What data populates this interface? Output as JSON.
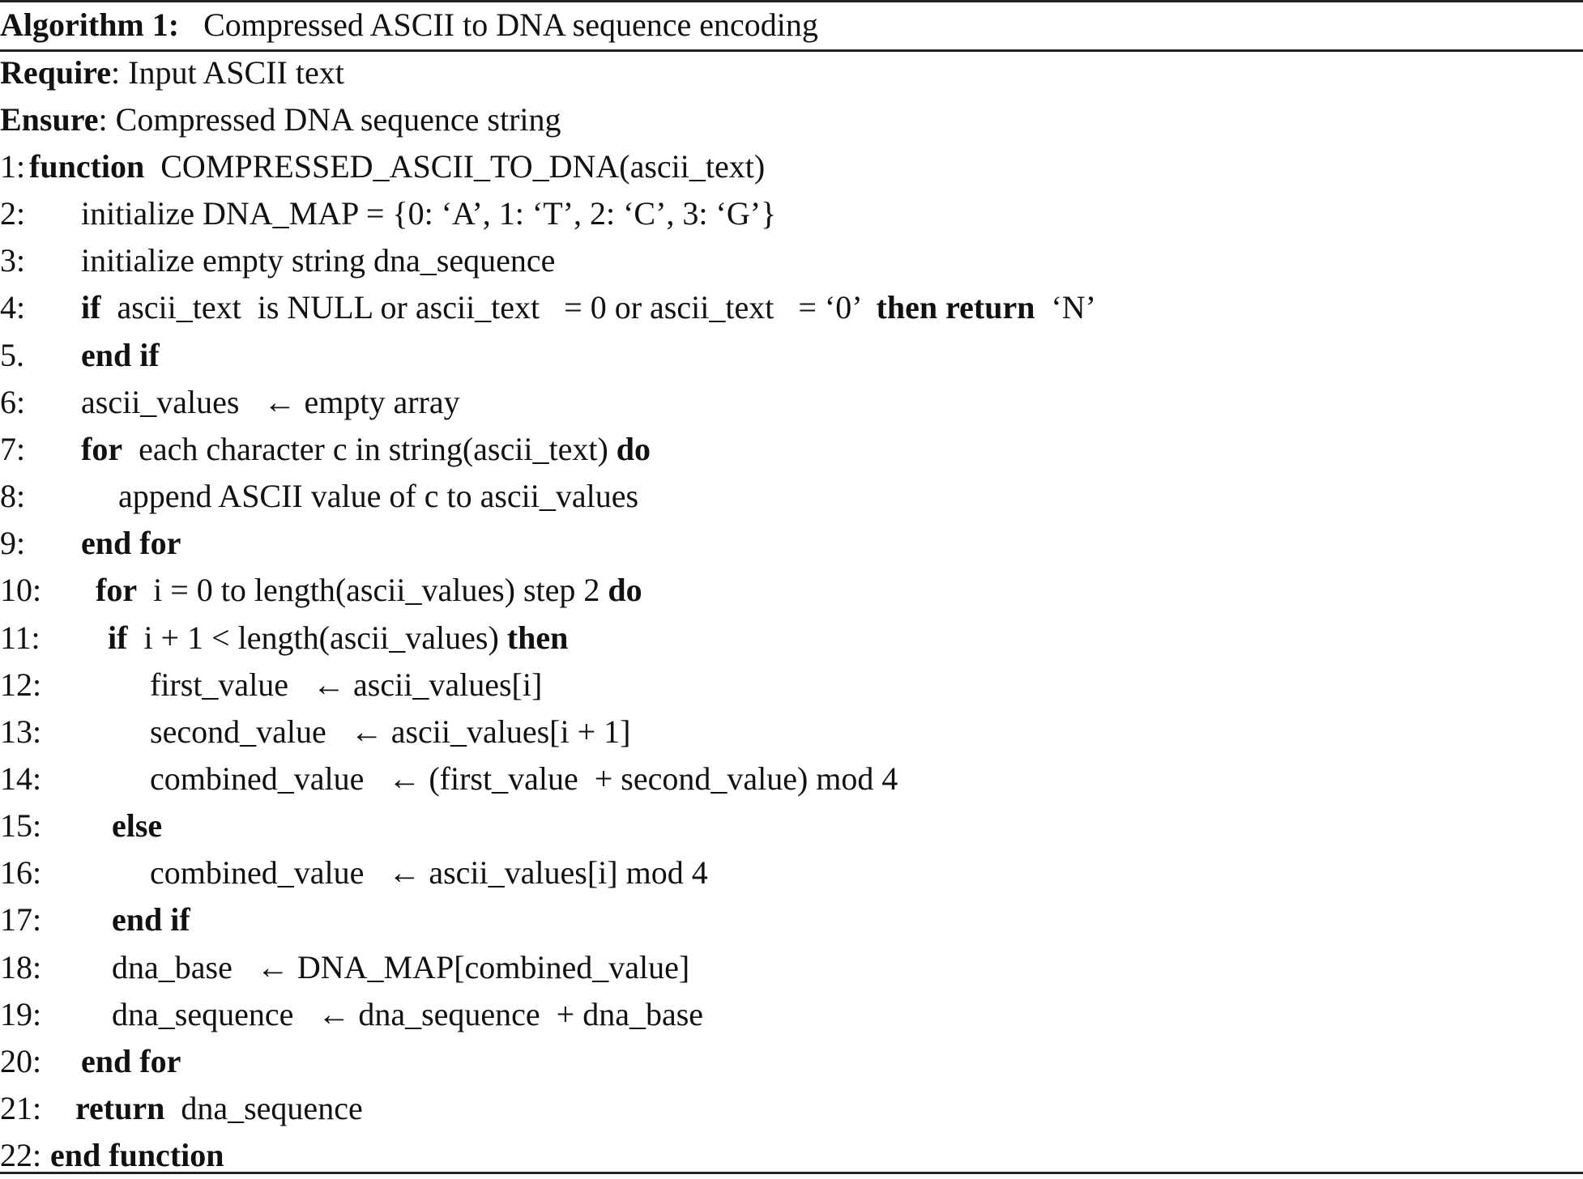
{
  "title": {
    "label": "Algorithm 1:",
    "text": "Compressed ASCII to DNA sequence encoding"
  },
  "require": {
    "label": "Require",
    "text": ": Input ASCII text"
  },
  "ensure": {
    "label": "Ensure",
    "text": ": Compressed DNA sequence string"
  },
  "lines": [
    {
      "num": "1:",
      "indent": 0,
      "segments": [
        {
          "t": "function",
          "b": true
        },
        {
          "t": "  COMPRESSED_ASCII_TO_DNA(ascii_text)"
        }
      ]
    },
    {
      "num": "2:",
      "indent": 1,
      "segments": [
        {
          "t": "initialize DNA_MAP = {0: ‘A’, 1: ‘T’, 2: ‘C’, 3: ‘G’}"
        }
      ]
    },
    {
      "num": "3:",
      "indent": 1,
      "segments": [
        {
          "t": "initialize empty string dna_sequence"
        }
      ]
    },
    {
      "num": "4:",
      "indent": 1,
      "segments": [
        {
          "t": "if",
          "b": true
        },
        {
          "t": "  ascii_text  is NULL or ascii_text   = 0 or ascii_text   = ‘0’  "
        },
        {
          "t": "then return",
          "b": true
        },
        {
          "t": "  ‘N’"
        }
      ]
    },
    {
      "num": "5.",
      "indent": 1,
      "segments": [
        {
          "t": "end if",
          "b": true
        }
      ]
    },
    {
      "num": "6:",
      "indent": 1,
      "segments": [
        {
          "t": "ascii_values   ← empty array"
        }
      ]
    },
    {
      "num": "7:",
      "indent": 1,
      "segments": [
        {
          "t": "for",
          "b": true
        },
        {
          "t": "  each character c in string(ascii_text) "
        },
        {
          "t": "do",
          "b": true
        }
      ]
    },
    {
      "num": "8:",
      "indent": 2,
      "segments": [
        {
          "t": "append ASCII value of c to ascii_values"
        }
      ]
    },
    {
      "num": "9:",
      "indent": 1,
      "segments": [
        {
          "t": "end for",
          "b": true
        }
      ]
    },
    {
      "num": "10:",
      "indent": 3,
      "segments": [
        {
          "t": "for",
          "b": true
        },
        {
          "t": "  i = 0 to length(ascii_values) step 2 "
        },
        {
          "t": "do",
          "b": true
        }
      ]
    },
    {
      "num": "11:",
      "indent": 4,
      "segments": [
        {
          "t": "if",
          "b": true
        },
        {
          "t": "  i + 1 < length(ascii_values) "
        },
        {
          "t": "then",
          "b": true
        }
      ]
    },
    {
      "num": "12:",
      "indent": 5,
      "segments": [
        {
          "t": "first_value   ← ascii_values[i]"
        }
      ]
    },
    {
      "num": "13:",
      "indent": 5,
      "segments": [
        {
          "t": "second_value   ← ascii_values[i + 1]"
        }
      ]
    },
    {
      "num": "14:",
      "indent": 5,
      "segments": [
        {
          "t": "combined_value   ← (first_value  + second_value) mod 4"
        }
      ]
    },
    {
      "num": "15:",
      "indent": 6,
      "segments": [
        {
          "t": "else",
          "b": true
        }
      ]
    },
    {
      "num": "16:",
      "indent": 5,
      "segments": [
        {
          "t": "combined_value   ← ascii_values[i] mod 4"
        }
      ]
    },
    {
      "num": "17:",
      "indent": 6,
      "segments": [
        {
          "t": "end if",
          "b": true
        }
      ]
    },
    {
      "num": "18:",
      "indent": 6,
      "segments": [
        {
          "t": "dna_base   ← DNA_MAP[combined_value]"
        }
      ]
    },
    {
      "num": "19:",
      "indent": 6,
      "segments": [
        {
          "t": "dna_sequence   ← dna_sequence  + dna_base"
        }
      ]
    },
    {
      "num": "20:",
      "indent": 1,
      "segments": [
        {
          "t": "end for",
          "b": true
        }
      ]
    },
    {
      "num": "21:",
      "indent": 7,
      "segments": [
        {
          "t": "return",
          "b": true
        },
        {
          "t": "  dna_sequence"
        }
      ]
    },
    {
      "num": "22:",
      "indent": 8,
      "segments": [
        {
          "t": "end function",
          "b": true
        }
      ]
    }
  ]
}
